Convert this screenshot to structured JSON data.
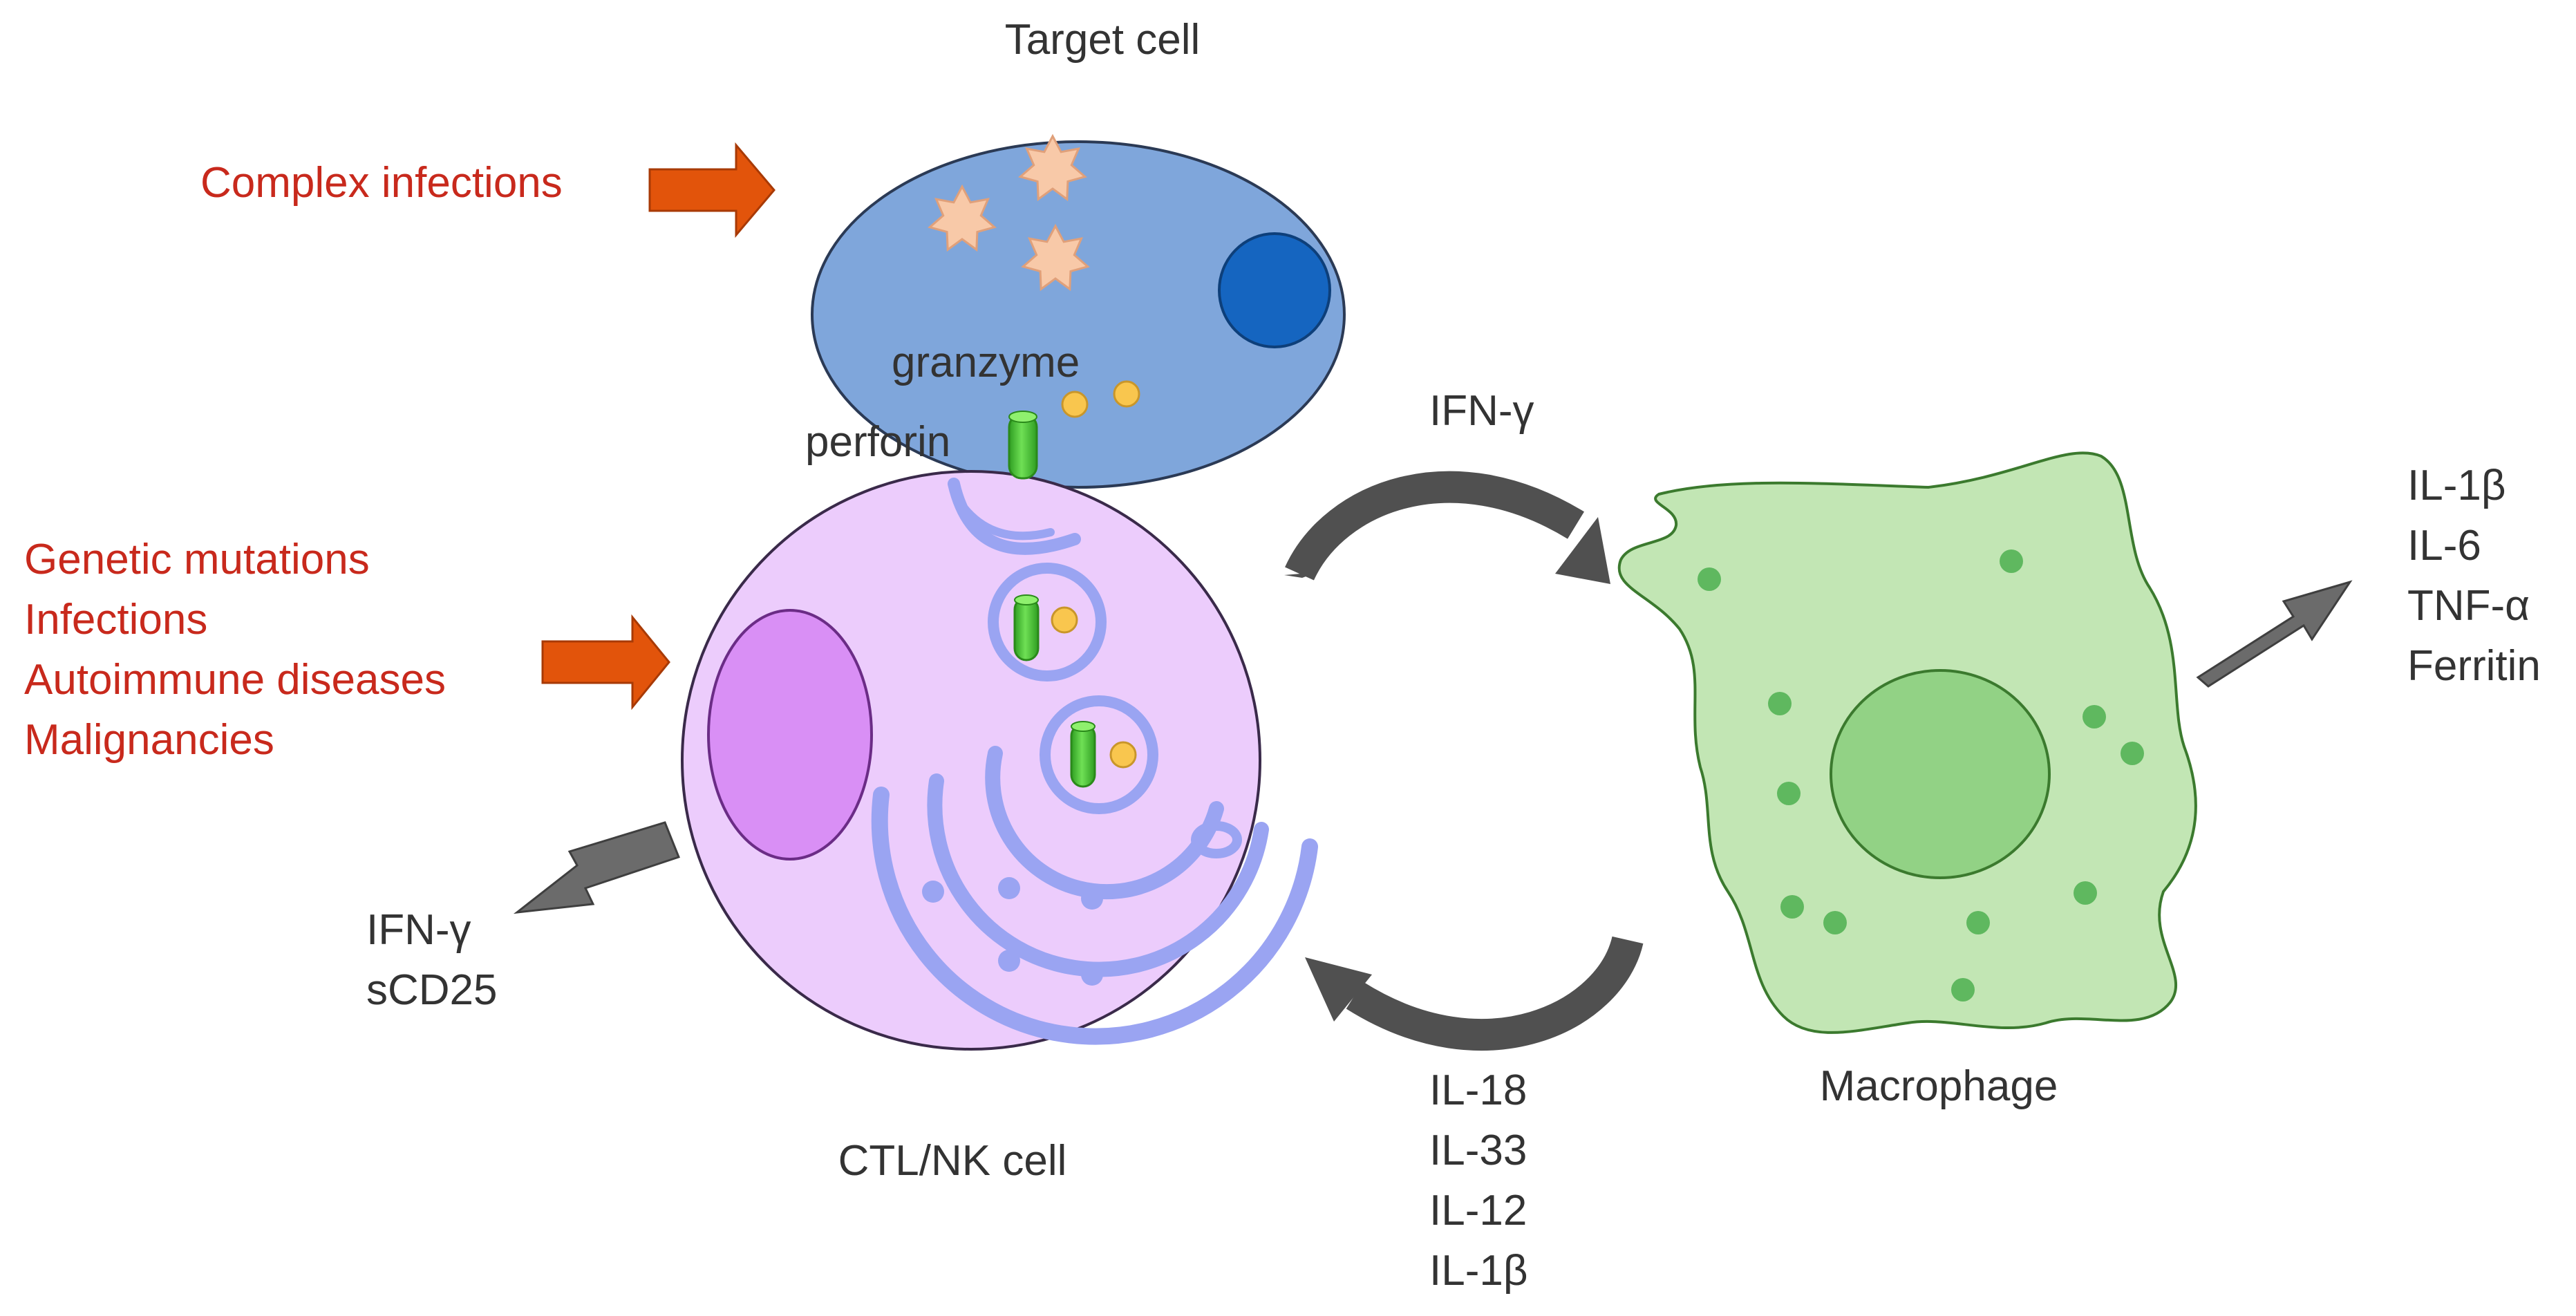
{
  "target_cell": {
    "title": "Target cell",
    "granzyme_label": "granzyme",
    "perforin_label": "perforin"
  },
  "triggers": {
    "target": "Complex infections",
    "ctl_list": [
      "Genetic mutations",
      "Infections",
      "Autoimmune diseases",
      "Malignancies"
    ]
  },
  "ctl_nk": {
    "label": "CTL/NK cell",
    "secreted": [
      "IFN-γ",
      "sCD25"
    ]
  },
  "macrophage": {
    "label": "Macrophage",
    "secreted": [
      "IL-1β",
      "IL-6",
      "TNF-α",
      "Ferritin"
    ]
  },
  "signals": {
    "to_macrophage": "IFN-γ",
    "to_ctl": [
      "IL-18",
      "IL-33",
      "IL-12",
      "IL-1β"
    ]
  },
  "colors": {
    "target_cell_fill": "#7fa6db",
    "nucleus_blue": "#1565c0",
    "ctl_fill": "#ecccfc",
    "ctl_nucleus": "#d98ff5",
    "vesicle": "#9aa4f2",
    "perforin_green": "#52c63a",
    "granzyme_yellow": "#f9c64e",
    "macrophage_fill": "#c2e6b4",
    "macrophage_nucleus": "#92d285",
    "dot_green": "#5fb85f",
    "trigger_arrow": "#e2540b",
    "gray_arrow": "#6b6b6b",
    "trigger_text": "#c8291c"
  }
}
